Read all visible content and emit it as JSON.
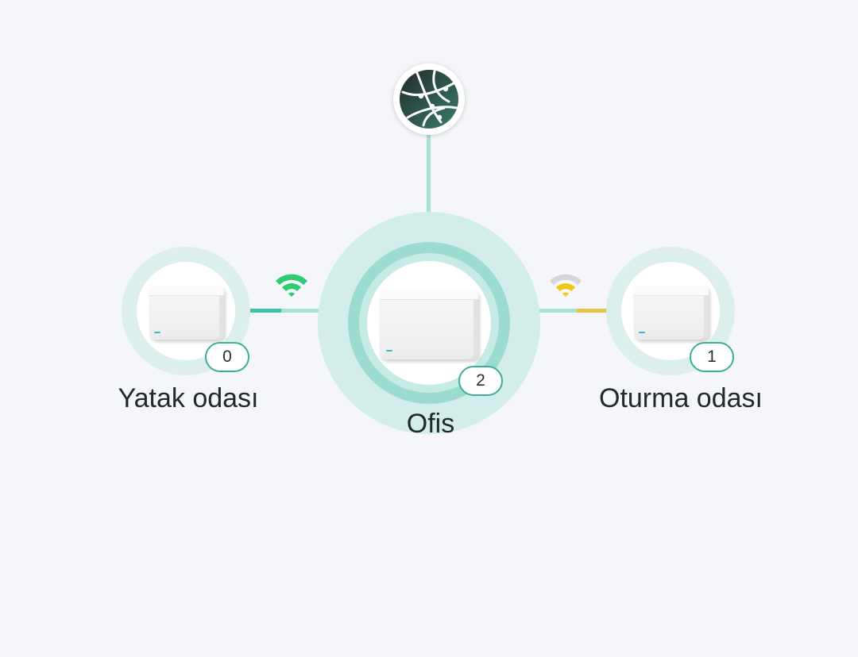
{
  "internet": {
    "icon": "globe-icon"
  },
  "nodes": {
    "main": {
      "name": "Ofis",
      "client_count": "2",
      "icon": "router-icon"
    },
    "left": {
      "name": "Yatak odası",
      "client_count": "0",
      "icon": "router-icon",
      "signal": "wifi-strong-icon",
      "signal_color": "#2ecc71"
    },
    "right": {
      "name": "Oturma odası",
      "client_count": "1",
      "icon": "router-icon",
      "signal": "wifi-medium-icon",
      "signal_color": "#f2c614"
    }
  },
  "colors": {
    "accent": "#42bfa6",
    "line": "#a7e2d8",
    "warn": "#e8c24a",
    "background": "#f5f6fa"
  }
}
